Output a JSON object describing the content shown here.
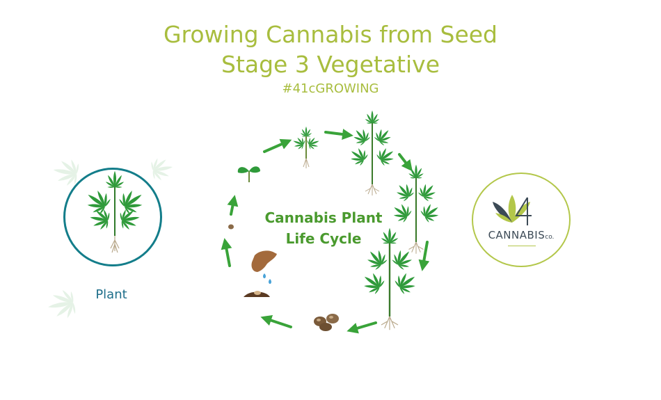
{
  "header": {
    "title_line1": "Growing Cannabis from Seed",
    "title_line2": "Stage 3 Vegetative",
    "hashtag": "#41cGROWING"
  },
  "left_badge": {
    "icon": "cannabis-plant-icon",
    "caption": "Plant",
    "border_color": "#137d8a"
  },
  "cycle": {
    "label_line1": "Cannabis Plant",
    "label_line2": "Life Cycle",
    "arrow_color": "#39a339",
    "stages": [
      "seedling-icon",
      "young-plant-icon",
      "vegetative-plant-icon",
      "tall-plant-icon",
      "flowering-plant-icon",
      "seeds-icon",
      "planting-hand-icon",
      "seed-icon"
    ]
  },
  "logo": {
    "icon": "leaf-4-icon",
    "name": "CANNABIS",
    "suffix": "co.",
    "border_color": "#b3c74a"
  },
  "colors": {
    "title": "#a8bd3e",
    "leaf": "#2f9a3a",
    "accent_green": "#4a9a2e"
  }
}
